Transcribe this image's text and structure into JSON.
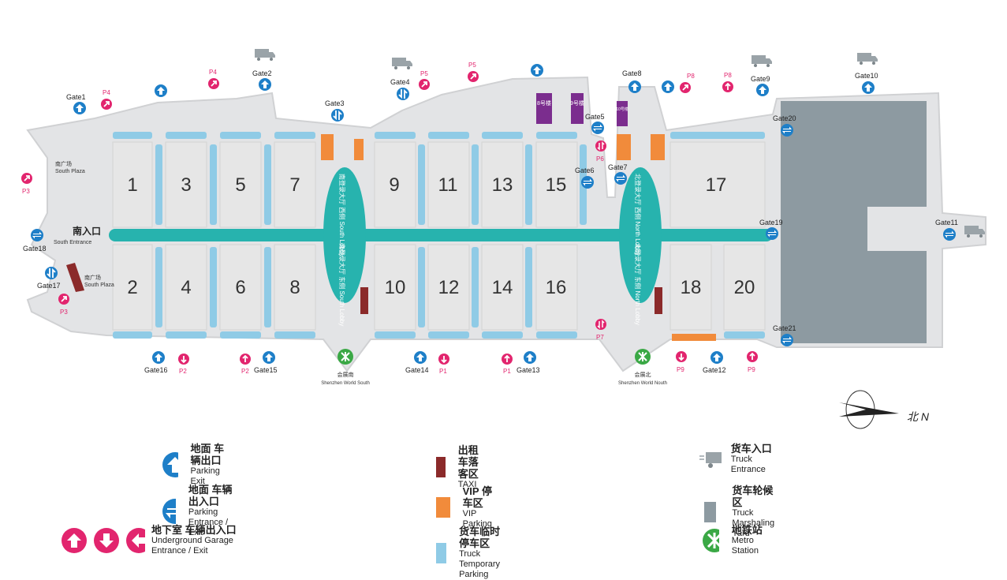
{
  "colors": {
    "hall": "#e6e6e6",
    "hall_border": "#cfcfcf",
    "road": "#dcdde0",
    "corridor": "#27b3ae",
    "truck_temp": "#8fcbe6",
    "vip": "#f18b3b",
    "taxi": "#8b2a2a",
    "building": "#7b2d8e",
    "marshaling": "#8d9aa1",
    "entrance_blue": "#1e7fc8",
    "exit_pink": "#e2256e",
    "metro": "#3aa845"
  },
  "halls": [
    "1",
    "2",
    "3",
    "4",
    "5",
    "6",
    "7",
    "8",
    "9",
    "10",
    "11",
    "12",
    "13",
    "14",
    "15",
    "16",
    "17",
    "18",
    "20"
  ],
  "lobbies": {
    "south": "南登录大厅 西侧 South Lobby",
    "south_east": "南登录大厅 东侧 South Lobby",
    "north": "北登录大厅 西侧 North Lobby",
    "north_east": "北登录大厅 东侧 North Lobby"
  },
  "plazas": {
    "south_top_cn": "南广场",
    "south_top_en": "South Plaza",
    "south_bottom_cn": "南广场",
    "south_bottom_en": "South Plaza",
    "entrance_cn": "南入口",
    "entrance_en": "South Entrance"
  },
  "buildings": {
    "b8": "8号楼",
    "b9": "9号楼",
    "b10": "10号楼"
  },
  "gates": {
    "g1": "Gate1",
    "g2": "Gate2",
    "g3": "Gate3",
    "g4": "Gate4",
    "g5": "Gate5",
    "g6": "Gate6",
    "g7": "Gate7",
    "g8": "Gate8",
    "g9": "Gate9",
    "g10": "Gate10",
    "g11": "Gate11",
    "g12": "Gate12",
    "g13": "Gate13",
    "g14": "Gate14",
    "g15": "Gate15",
    "g16": "Gate16",
    "g17": "Gate17",
    "g18": "Gate18",
    "g19": "Gate19",
    "g20": "Gate20",
    "g21": "Gate21"
  },
  "parking": {
    "p1": "P1",
    "p2": "P2",
    "p3": "P3",
    "p4": "P4",
    "p5": "P5",
    "p6": "P6",
    "p7": "P7",
    "p8": "P8",
    "p9": "P9"
  },
  "metro": {
    "south_cn": "会展南",
    "south_en": "Shenzhen World South",
    "north_cn": "会展北",
    "north_en": "Shenzhen World Nouth"
  },
  "compass": "北 N",
  "legend": {
    "parking_exit_cn": "地面 车辆出口",
    "parking_exit_en": "Parking Exit",
    "parking_ee_cn": "地面 车辆出入口",
    "parking_ee_en": "Parking Entrance / Exit",
    "underground_cn": "地下室 车辆出入口",
    "underground_en": "Underground Garage Entrance / Exit",
    "taxi_cn": "出租车落客区",
    "taxi_en": "TAXI",
    "vip_cn": "VIP 停车区",
    "vip_en": "VIP Parking",
    "truck_temp_cn": "货车临时停车区",
    "truck_temp_en": "Truck Temporary Parking",
    "truck_entrance_cn": "货车入口",
    "truck_entrance_en": "Truck Entrance",
    "marshaling_cn": "货车轮候区",
    "marshaling_en": "Truck Marshaling Yard",
    "metro_cn": "地铁站",
    "metro_en": "Metro Station"
  }
}
